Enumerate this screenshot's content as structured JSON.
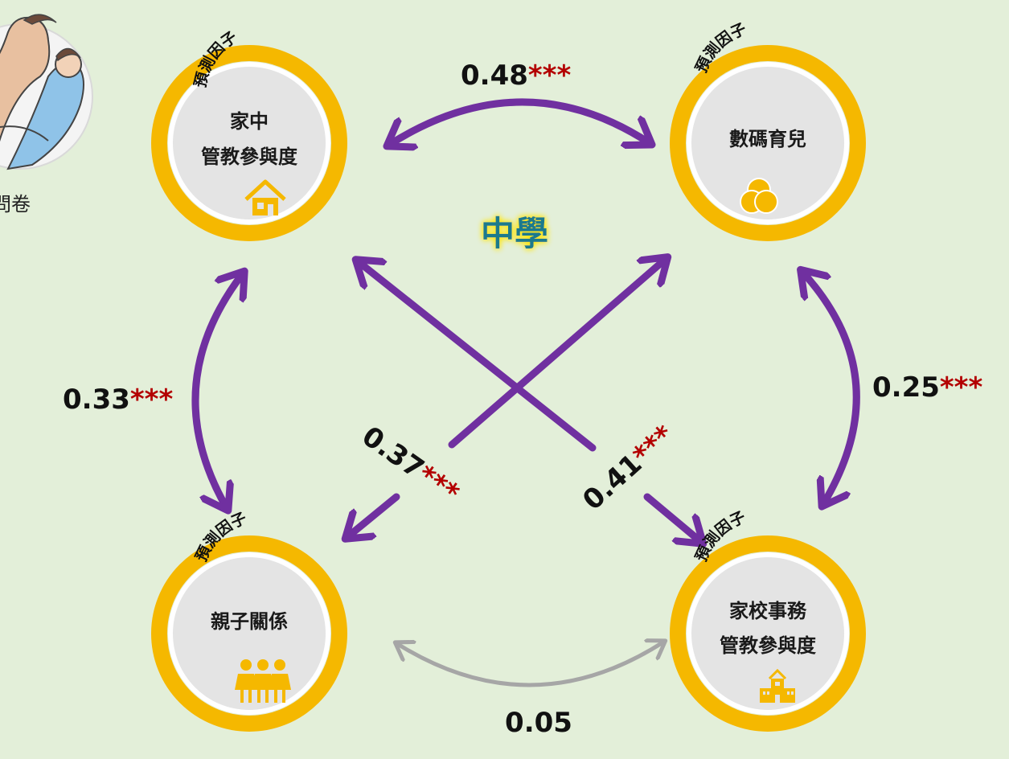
{
  "side_caption": "問卷",
  "center_label": "中學",
  "badge_label": "預測因子",
  "nodes": {
    "home": {
      "lines": [
        "家中",
        "管教參與度"
      ],
      "icon": "house-icon",
      "badge": true
    },
    "digital": {
      "lines": [
        "數碼育兒"
      ],
      "icon": "venn-circles-icon",
      "badge": true
    },
    "relation": {
      "lines": [
        "親子關係"
      ],
      "icon": "family-icon",
      "badge": true
    },
    "school": {
      "lines": [
        "家校事務",
        "管教參與度"
      ],
      "icon": "school-icon",
      "badge": true
    }
  },
  "correlations": {
    "home_digital": {
      "value": "0.48",
      "stars": "***"
    },
    "home_relation": {
      "value": "0.33",
      "stars": "***"
    },
    "digital_school": {
      "value": "0.25",
      "stars": "***"
    },
    "digital_relation": {
      "value": "0.37",
      "stars": "***"
    },
    "home_school": {
      "value": "0.41",
      "stars": "***"
    },
    "relation_school": {
      "value": "0.05",
      "stars": ""
    }
  },
  "colors": {
    "background": "#e3efd9",
    "ring": "#f5b800",
    "node_fill": "#e4e4e4",
    "arrow_significant": "#7030a0",
    "arrow_nonsignificant": "#a6a6a6",
    "stars": "#b30000",
    "center_text": "#1e7a8c",
    "center_glow": "#ffe600",
    "icon": "#f5b800"
  }
}
